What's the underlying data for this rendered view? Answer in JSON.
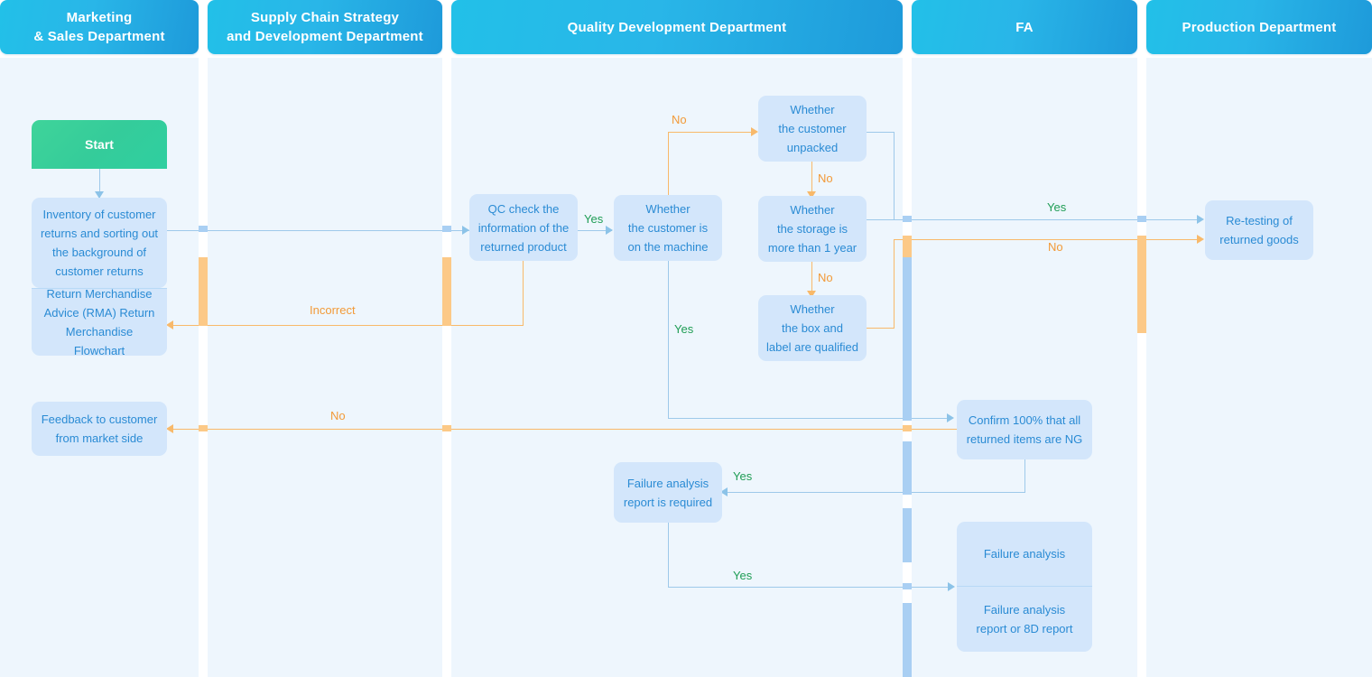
{
  "title": "Return Merchandise Advice (RMA) Return Merchandise Flowchart",
  "lanes": [
    {
      "id": "marketing",
      "label": "Marketing\n& Sales Department"
    },
    {
      "id": "supply",
      "label": "Supply Chain Strategy\nand Development Department"
    },
    {
      "id": "quality",
      "label": "Quality Development Department"
    },
    {
      "id": "fa",
      "label": "FA"
    },
    {
      "id": "production",
      "label": "Production Department"
    }
  ],
  "lane_labels": {
    "marketing_l1": "Marketing",
    "marketing_l2": "& Sales Department",
    "supply_l1": "Supply Chain Strategy",
    "supply_l2": "and Development Department",
    "quality": "Quality Development Department",
    "fa": "FA",
    "production": "Production Department"
  },
  "nodes": {
    "start": {
      "text": "Start"
    },
    "inventory_l1": "Inventory of customer",
    "inventory_l2": "returns and sorting out",
    "inventory_l3": "the background of",
    "inventory_l4": "customer returns",
    "rma_l1": "Return Merchandise",
    "rma_l2": "Advice (RMA) Return",
    "rma_l3": "Merchandise Flowchart",
    "feedback_l1": "Feedback to customer",
    "feedback_l2": "from market side",
    "qc_l1": "QC check the",
    "qc_l2": "information of the",
    "qc_l3": "returned product",
    "machine_l1": "Whether",
    "machine_l2": "the customer is",
    "machine_l3": "on the machine",
    "unpacked_l1": "Whether",
    "unpacked_l2": "the customer",
    "unpacked_l3": "unpacked",
    "storage_l1": "Whether",
    "storage_l2": "the storage is",
    "storage_l3": "more than 1 year",
    "boxlabel_l1": "Whether",
    "boxlabel_l2": "the box and",
    "boxlabel_l3": "label are qualified",
    "far_required_l1": "Failure analysis",
    "far_required_l2": "report is required",
    "confirm_l1": "Confirm 100% that all",
    "confirm_l2": "returned items are NG",
    "fa_top": "Failure analysis",
    "fa_bottom_l1": "Failure analysis",
    "fa_bottom_l2": "report or 8D report",
    "retest_l1": "Re-testing of",
    "retest_l2": "returned goods"
  },
  "edge_labels": {
    "incorrect": "Incorrect",
    "qc_yes": "Yes",
    "machine_no": "No",
    "machine_yes": "Yes",
    "unpacked_no": "No",
    "storage_no": "No",
    "to_retest_yes": "Yes",
    "to_retest_no": "No",
    "to_feedback_no": "No",
    "confirm_yes": "Yes",
    "fa_yes": "Yes"
  },
  "colors": {
    "lane_header_start": "#22c0e8",
    "lane_header_end": "#1e9ada",
    "lane_body": "#eef6fd",
    "node_fill": "#d3e6fb",
    "node_text": "#2a8bd4",
    "start_fill": "#35cc9a",
    "connector_blue": "#9ec9ea",
    "connector_orange": "#f8b96a",
    "yes_label": "#1f9d55",
    "no_label": "#f29a38"
  }
}
